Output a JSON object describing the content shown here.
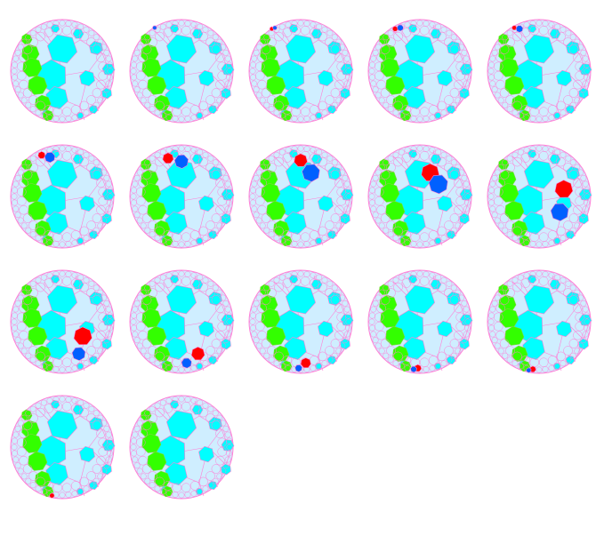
{
  "figure": {
    "frame_count": 17,
    "columns": 5,
    "rows": 4,
    "colors": {
      "disk_fill": "#cfeeff",
      "edge": "#ff7fd6",
      "boundary": "#ff7fd6",
      "cyan_cells": "#00ffff",
      "green_cells": "#33ff00",
      "green_edge": "#7fd640",
      "highlight_red": "#ff0000",
      "highlight_blue": "#0060ff",
      "background": "#ffffff"
    }
  },
  "frames": [
    {
      "index": 1,
      "red": null,
      "blue": null
    },
    {
      "index": 2,
      "red": null,
      "blue": [
        0.24,
        0.08
      ]
    },
    {
      "index": 3,
      "red": [
        0.22,
        0.09
      ],
      "blue": [
        0.25,
        0.08
      ]
    },
    {
      "index": 4,
      "red": [
        0.26,
        0.09
      ],
      "blue": [
        0.31,
        0.08
      ]
    },
    {
      "index": 5,
      "red": [
        0.26,
        0.08
      ],
      "blue": [
        0.31,
        0.09
      ]
    },
    {
      "index": 6,
      "red": [
        0.3,
        0.1
      ],
      "blue": [
        0.38,
        0.12
      ]
    },
    {
      "index": 7,
      "red": [
        0.37,
        0.13
      ],
      "blue": [
        0.5,
        0.16
      ]
    },
    {
      "index": 8,
      "red": [
        0.5,
        0.15
      ],
      "blue": [
        0.6,
        0.27
      ]
    },
    {
      "index": 9,
      "red": [
        0.6,
        0.27
      ],
      "blue": [
        0.68,
        0.38
      ]
    },
    {
      "index": 10,
      "red": [
        0.74,
        0.43
      ],
      "blue": [
        0.7,
        0.65
      ]
    },
    {
      "index": 11,
      "red": [
        0.7,
        0.64
      ],
      "blue": [
        0.66,
        0.81
      ]
    },
    {
      "index": 12,
      "red": [
        0.66,
        0.81
      ],
      "blue": [
        0.55,
        0.9
      ]
    },
    {
      "index": 13,
      "red": [
        0.55,
        0.9
      ],
      "blue": [
        0.48,
        0.95
      ]
    },
    {
      "index": 14,
      "red": [
        0.48,
        0.95
      ],
      "blue": [
        0.44,
        0.96
      ]
    },
    {
      "index": 15,
      "red": [
        0.44,
        0.96
      ],
      "blue": [
        0.4,
        0.97
      ]
    },
    {
      "index": 16,
      "red": [
        0.4,
        0.97
      ],
      "blue": null
    },
    {
      "index": 17,
      "red": null,
      "blue": null
    }
  ]
}
